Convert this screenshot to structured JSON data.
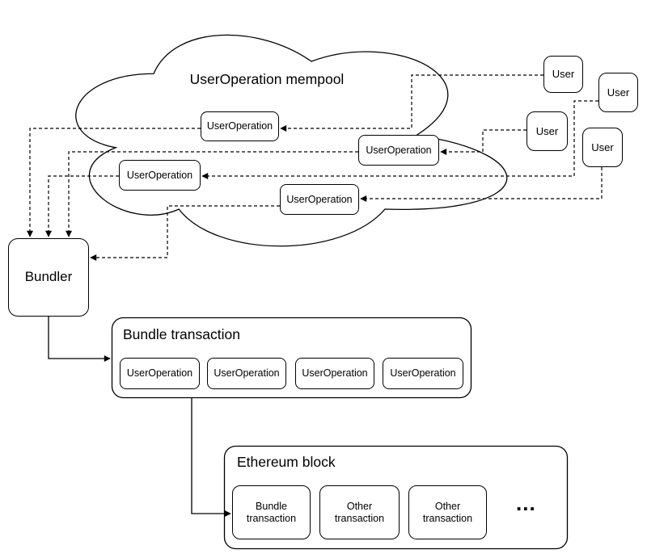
{
  "colors": {
    "stroke": "#000000",
    "background": "#ffffff"
  },
  "mempool": {
    "title": "UserOperation mempool",
    "operations": [
      "UserOperation",
      "UserOperation",
      "UserOperation",
      "UserOperation"
    ]
  },
  "users": [
    "User",
    "User",
    "User",
    "User"
  ],
  "bundler": {
    "label": "Bundler"
  },
  "bundle_transaction": {
    "title": "Bundle transaction",
    "operations": [
      "UserOperation",
      "UserOperation",
      "UserOperation",
      "UserOperation"
    ]
  },
  "ethereum_block": {
    "title": "Ethereum block",
    "transactions": [
      "Bundle transaction",
      "Other transaction",
      "Other transaction"
    ],
    "ellipsis": "..."
  }
}
